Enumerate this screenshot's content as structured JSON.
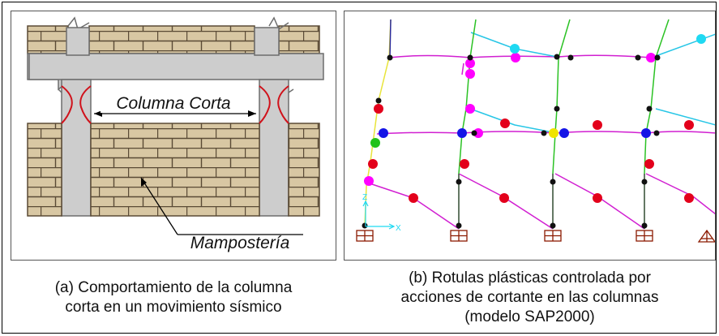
{
  "panel_a": {
    "label_short_column": "Columna Corta",
    "label_masonry": "Mampostería",
    "colors": {
      "brick": "#d8c7a3",
      "mortar": "#5a4a35",
      "concrete": "#cdcdcd",
      "crack": "#d0121b"
    }
  },
  "panel_b": {
    "axis_z": "Z",
    "axis_x": "X",
    "colors": {
      "magenta": "#ff00ff",
      "red": "#e3001b",
      "blue": "#1414e6",
      "cyan": "#1fd9f2",
      "green": "#22c21a",
      "yellow": "#f0e400",
      "black": "#111111",
      "member_magenta": "#d11fd1",
      "member_cyan": "#27c6e6",
      "member_green": "#2bc224",
      "member_yellow": "#e8e43a",
      "member_grey": "#555555",
      "member_blue": "#2a2a9a",
      "support": "#8b1a00"
    }
  },
  "captions": {
    "a_line1": "(a) Comportamiento de la columna",
    "a_line2": "corta en un movimiento sísmico",
    "b_line1": "(b) Rotulas plásticas controlada por",
    "b_line2": "acciones de cortante  en las columnas",
    "b_line3": "(modelo SAP2000)"
  }
}
